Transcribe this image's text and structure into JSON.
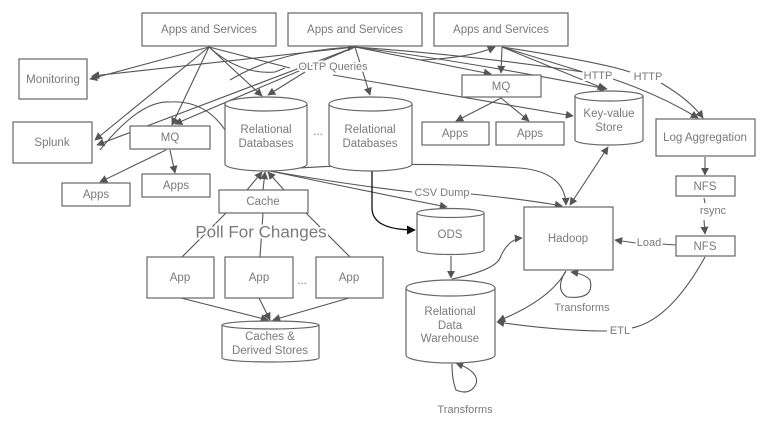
{
  "diagram": {
    "nodes": {
      "apps_services_1": "Apps and Services",
      "apps_services_2": "Apps and Services",
      "apps_services_3": "Apps and Services",
      "monitoring": "Monitoring",
      "splunk": "Splunk",
      "mq_left": "MQ",
      "apps_left_1": "Apps",
      "apps_left_2": "Apps",
      "relational_db_1": [
        "Relational",
        "Databases"
      ],
      "relational_db_2": [
        "Relational",
        "Databases"
      ],
      "ellipsis_db": "...",
      "mq_right": "MQ",
      "apps_right_1": "Apps",
      "apps_right_2": "Apps",
      "key_value_store": [
        "Key-value",
        "Store"
      ],
      "log_aggregation": "Log Aggregation",
      "nfs_top": "NFS",
      "nfs_bottom": "NFS",
      "cache": "Cache",
      "app_1": "App",
      "app_2": "App",
      "ellipsis_app": "...",
      "app_3": "App",
      "caches_derived": [
        "Caches &",
        "Derived Stores"
      ],
      "ods": "ODS",
      "hadoop": "Hadoop",
      "data_warehouse": [
        "Relational",
        "Data",
        "Warehouse"
      ]
    },
    "edge_labels": {
      "oltp_queries": "OLTP Queries",
      "http_1": "HTTP",
      "http_2": "HTTP",
      "csv_dump": "CSV Dump",
      "poll_for_changes": "Poll For Changes",
      "rsync": "rsync",
      "load": "Load",
      "etl": "ETL",
      "transforms_hadoop": "Transforms",
      "transforms_warehouse": "Transforms"
    },
    "colors": {
      "stroke": "#666666",
      "edge": "#555555",
      "text": "#7a7a7a",
      "highlight_edge": "#111111"
    }
  }
}
